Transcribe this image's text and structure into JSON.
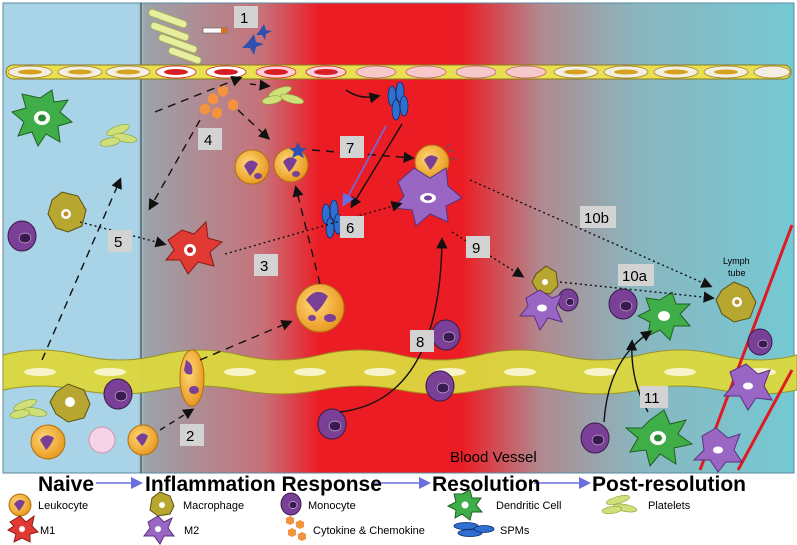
{
  "stages": [
    "Naive",
    "Inflammation Response",
    "Resolution",
    "Post-resolution"
  ],
  "steps": [
    "1",
    "2",
    "3",
    "4",
    "5",
    "6",
    "7",
    "8",
    "9",
    "10a",
    "10b",
    "11"
  ],
  "labels": {
    "blood_vessel": "Blood Vessel",
    "lymph_tube": [
      "Lymph",
      "tube"
    ]
  },
  "legend": [
    {
      "label": "Leukocyte",
      "icon": "leukocyte-icon"
    },
    {
      "label": "Macrophage",
      "icon": "macrophage-icon"
    },
    {
      "label": "Monocyte",
      "icon": "monocyte-icon"
    },
    {
      "label": "Dendritic Cell",
      "icon": "dendritic-cell-icon"
    },
    {
      "label": "Platelets",
      "icon": "platelets-icon"
    },
    {
      "label": "M1",
      "icon": "m1-macrophage-icon"
    },
    {
      "label": "M2",
      "icon": "m2-macrophage-icon"
    },
    {
      "label": "Cytokine & Chemokine",
      "icon": "cytokine-icon"
    },
    {
      "label": "SPMs",
      "icon": "spm-icon"
    }
  ],
  "colors": {
    "naive_bg": "#a9d3e6",
    "inflammation_red": "#ec1c24",
    "post_bg": "#74c9d4",
    "vessel_wall": "#d9d63a",
    "leukocyte": "#f2b135",
    "monocyte": "#7a3f96",
    "m1": "#e03a32",
    "m2": "#9a66c4",
    "dendritic": "#3fae49",
    "spm": "#2f6fcf",
    "cytokine": "#f5923e",
    "platelet": "#cfe07a"
  }
}
